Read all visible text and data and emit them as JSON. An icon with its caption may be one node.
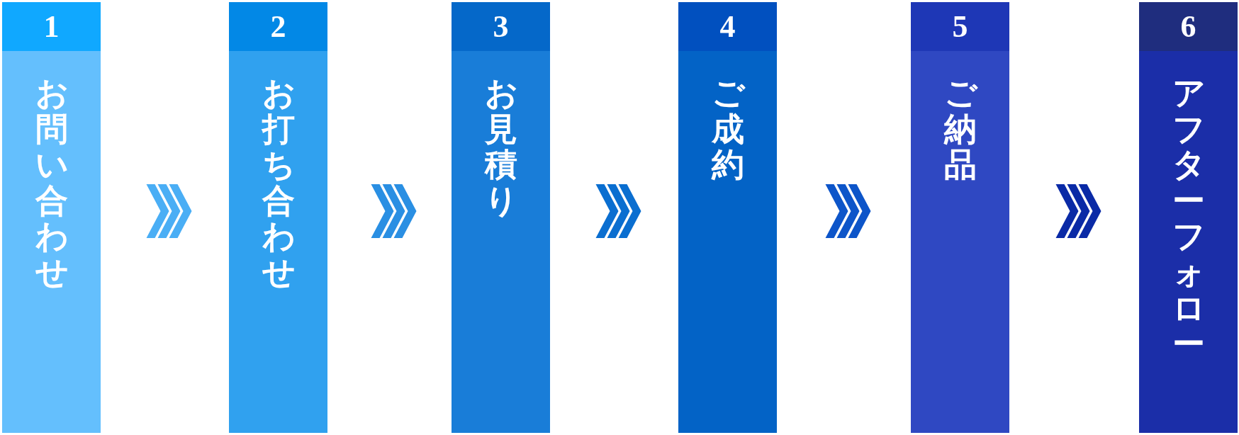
{
  "diagram": {
    "nodes": [
      {
        "text": [
          "1",
          "お問い合わせ"
        ]
      },
      {
        "text": [
          "2",
          "お打ち合わせ"
        ]
      },
      {
        "text": [
          "3",
          "お見積り"
        ]
      },
      {
        "text": [
          "4",
          "ご成約"
        ]
      },
      {
        "text": [
          "5",
          "ご納品"
        ]
      },
      {
        "text": [
          "6",
          "アフターフォロー"
        ]
      }
    ],
    "edges": [
      {
        "from": 0,
        "to": 1,
        "arrow": "to",
        "color": "#4aaef5"
      },
      {
        "from": 1,
        "to": 2,
        "arrow": "to",
        "color": "#2a8fe3"
      },
      {
        "from": 2,
        "to": 3,
        "arrow": "to",
        "color": "#0a6ed0"
      },
      {
        "from": 3,
        "to": 4,
        "arrow": "to",
        "color": "#0d55c9"
      },
      {
        "from": 4,
        "to": 5,
        "arrow": "to",
        "color": "#0a2aa6"
      }
    ]
  }
}
